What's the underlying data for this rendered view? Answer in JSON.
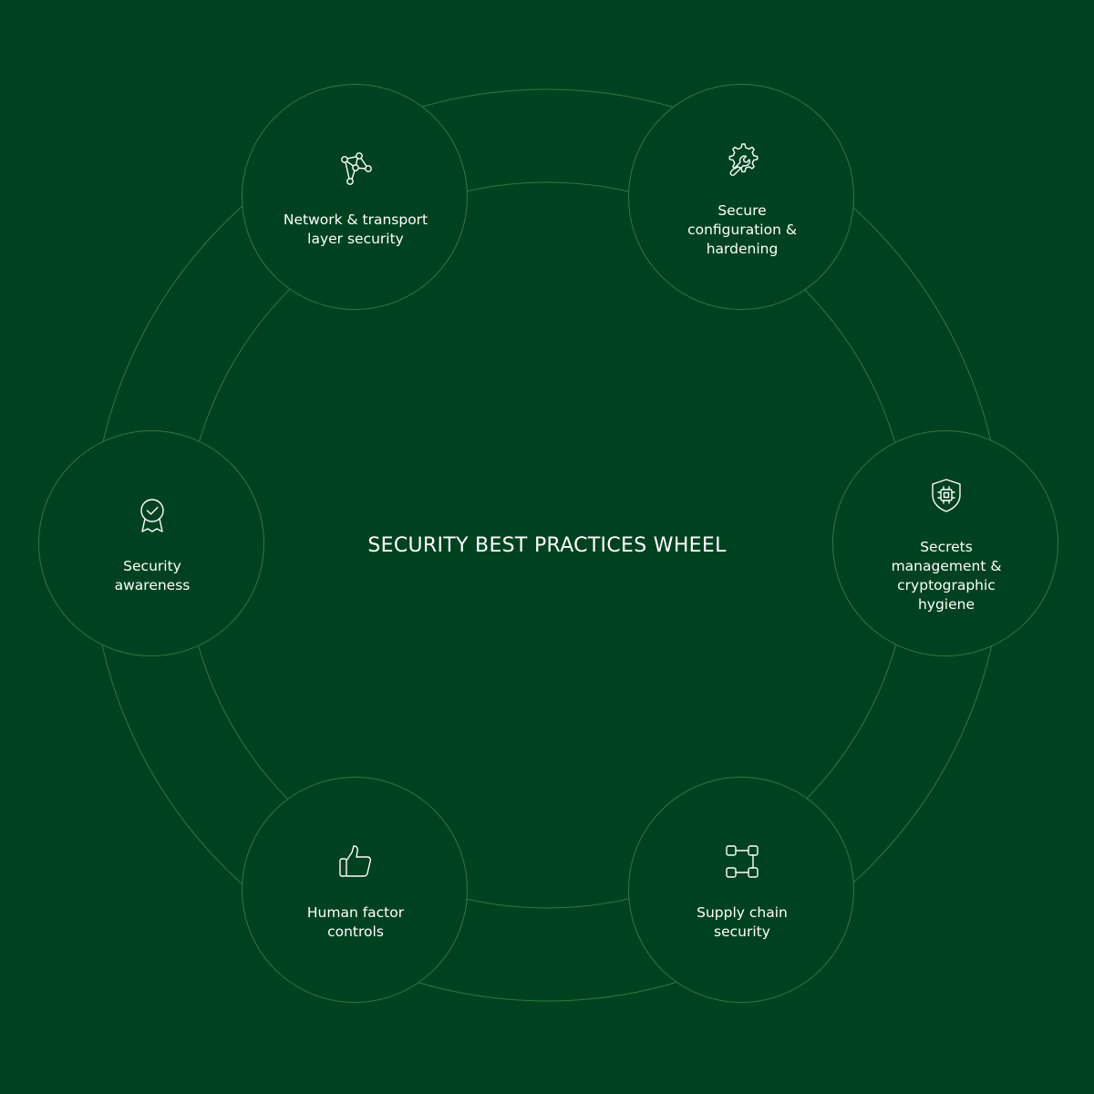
{
  "title": "SECURITY BEST PRACTICES WHEEL",
  "colors": {
    "background": "#00421f",
    "ring_stroke": "#2a7a45",
    "text": "#ffffff"
  },
  "nodes": [
    {
      "label": "Network & transport\nlayer security",
      "icon": "network-nodes-icon"
    },
    {
      "label": "Secure\nconfiguration &\nhardening",
      "icon": "gear-wrench-icon"
    },
    {
      "label": "Secrets\nmanagement &\ncryptographic\nhygiene",
      "icon": "shield-chip-icon"
    },
    {
      "label": "Supply chain\nsecurity",
      "icon": "connected-boxes-icon"
    },
    {
      "label": "Human factor\ncontrols",
      "icon": "thumbs-up-icon"
    },
    {
      "label": "Security\nawareness",
      "icon": "award-badge-icon"
    }
  ]
}
